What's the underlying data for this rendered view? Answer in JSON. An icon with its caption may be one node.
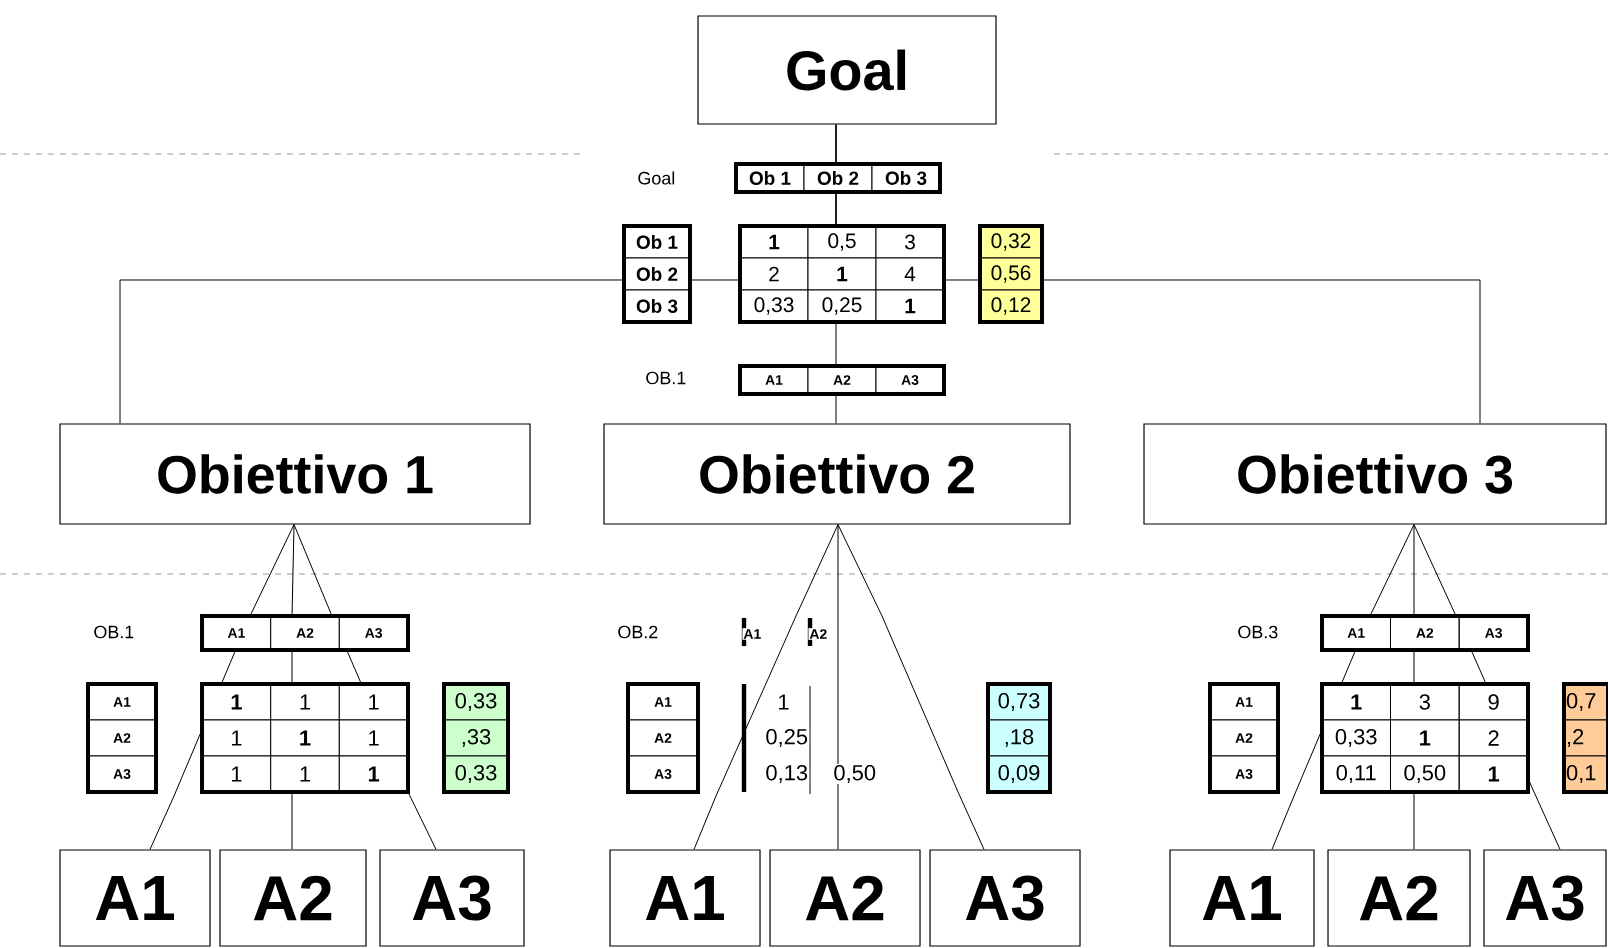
{
  "diagram": {
    "nodes": [
      {
        "text": [
          "Goal"
        ]
      },
      {
        "text": [
          "Obiettivo 1"
        ]
      },
      {
        "text": [
          "Obiettivo 2"
        ]
      },
      {
        "text": [
          "Obiettivo 3"
        ]
      },
      {
        "text": [
          "A1"
        ]
      },
      {
        "text": [
          "A2"
        ]
      },
      {
        "text": [
          "A3"
        ]
      },
      {
        "text": [
          "A1"
        ]
      },
      {
        "text": [
          "A2"
        ]
      },
      {
        "text": [
          "A3"
        ]
      },
      {
        "text": [
          "A1"
        ]
      },
      {
        "text": [
          "A2"
        ]
      },
      {
        "text": [
          "A3"
        ]
      }
    ],
    "edges": [
      {
        "from": 0,
        "to": 1,
        "arrow": "none"
      },
      {
        "from": 0,
        "to": 2,
        "arrow": "none"
      },
      {
        "from": 0,
        "to": 3,
        "arrow": "none"
      },
      {
        "from": 1,
        "to": 4,
        "arrow": "none"
      },
      {
        "from": 1,
        "to": 5,
        "arrow": "none"
      },
      {
        "from": 1,
        "to": 6,
        "arrow": "none"
      },
      {
        "from": 2,
        "to": 7,
        "arrow": "none"
      },
      {
        "from": 2,
        "to": 8,
        "arrow": "none"
      },
      {
        "from": 2,
        "to": 9,
        "arrow": "none"
      },
      {
        "from": 3,
        "to": 10,
        "arrow": "none"
      },
      {
        "from": 3,
        "to": 11,
        "arrow": "none"
      },
      {
        "from": 3,
        "to": 12,
        "arrow": "none"
      }
    ],
    "labels": [
      "Goal",
      "Ob 1",
      "Ob 2",
      "Ob 3",
      "Ob 1",
      "1",
      "0,5",
      "3",
      "0,32",
      "Ob 2",
      "2",
      "1",
      "4",
      "0,56",
      "Ob 3",
      "0,33",
      "0,25",
      "1",
      "0,12",
      "OB.1",
      "A1",
      "A2",
      "A3",
      "OB.1",
      "A1",
      "A2",
      "A3",
      "A1",
      "1",
      "1",
      "1",
      "0,33",
      "A2",
      "1",
      "1",
      "1",
      ",33",
      "A3",
      "1",
      "1",
      "1",
      "0,33",
      "OB.2",
      "A1",
      "A2",
      "A1",
      "1",
      "0,73",
      "A2",
      "0,25",
      ",18",
      "A3",
      "0,13",
      "0,50",
      "0,09",
      "OB.3",
      "A1",
      "A2",
      "A3",
      "A1",
      "1",
      "3",
      "9",
      "0,7",
      "A2",
      "0,33",
      "1",
      "2",
      ",2",
      "A3",
      "0,11",
      "0,50",
      "1",
      "0,1"
    ]
  }
}
